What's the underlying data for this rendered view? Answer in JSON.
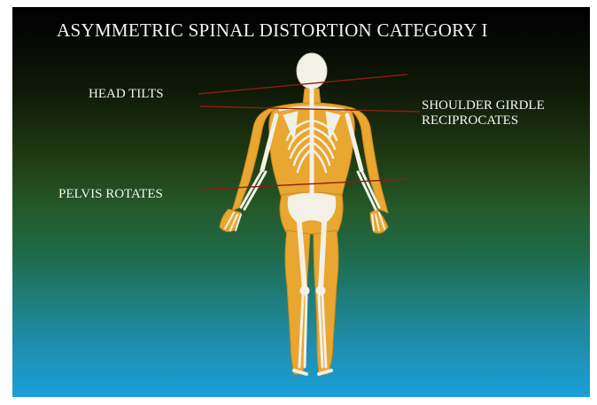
{
  "slide": {
    "title": "ASYMMETRIC SPINAL DISTORTION CATEGORY I"
  },
  "labels": {
    "head": "HEAD TILTS",
    "shoulder_line1": "SHOULDER GIRDLE",
    "shoulder_line2": "RECIPROCATES",
    "pelvis": "PELVIS ROTATES"
  },
  "colors": {
    "body_fill": "#e9a630",
    "bone": "#f3f1e6",
    "indicator_line": "#8a1e12"
  }
}
